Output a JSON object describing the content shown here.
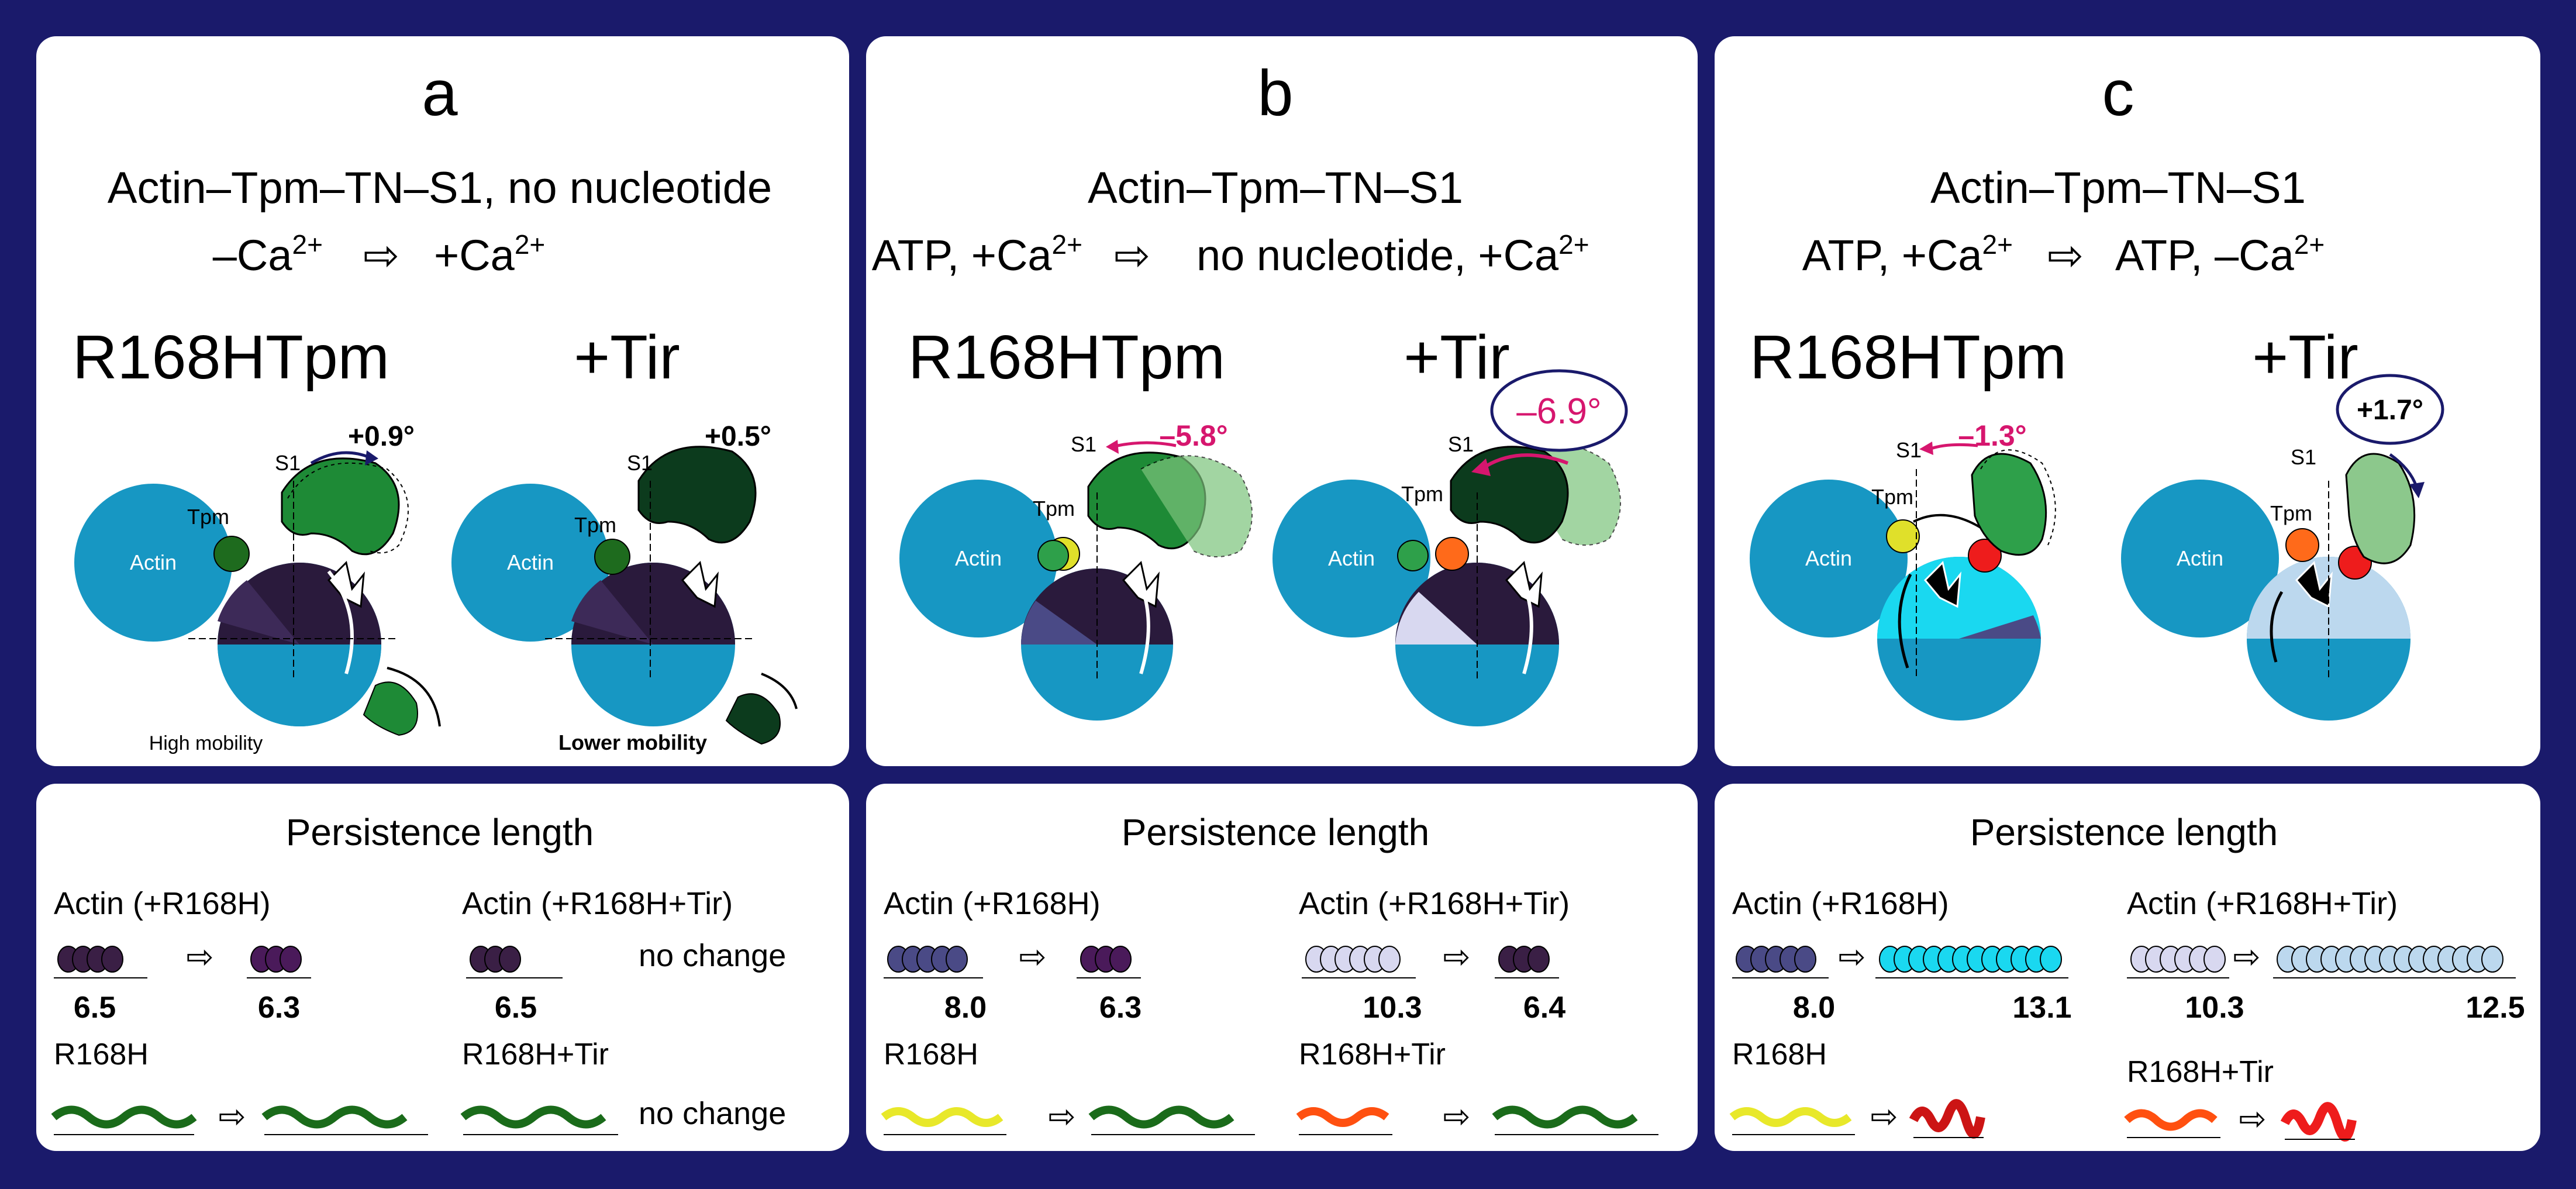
{
  "panels": [
    {
      "letter": "a",
      "title": "Actin–Tpm–TN–S1, no nucleotide",
      "transition": {
        "from": "–Ca",
        "from_sup": "2+",
        "arrow": "⇨",
        "to": "+Ca",
        "to_sup": "2+"
      },
      "left_label": "R168HTpm",
      "right_label": "+Tir",
      "left_angle": "+0.9°",
      "right_angle": "+0.5°",
      "left_mobility": "High mobility",
      "right_mobility": "Lower mobility",
      "persistence": {
        "title": "Persistence length",
        "actin_left_label": "Actin (+R168H)",
        "actin_right_label": "Actin (+R168H+Tir)",
        "actin_values": [
          "6.5",
          "6.3",
          "6.5"
        ],
        "actin_right_note": "no change",
        "tpm_left_label": "R168H",
        "tpm_right_label": "R168H+Tir",
        "tpm_right_note": "no change"
      }
    },
    {
      "letter": "b",
      "title": "Actin–Tpm–TN–S1",
      "transition": {
        "from": "ATP, +Ca",
        "from_sup": "2+",
        "arrow": "⇨",
        "to": "no nucleotide, +Ca",
        "to_sup": "2+"
      },
      "left_label": "R168HTpm",
      "right_label": "+Tir",
      "left_angle": "–5.8°",
      "right_angle": "–6.9°",
      "persistence": {
        "title": "Persistence length",
        "actin_left_label": "Actin (+R168H)",
        "actin_right_label": "Actin (+R168H+Tir)",
        "actin_values": [
          "8.0",
          "6.3",
          "10.3",
          "6.4"
        ],
        "tpm_left_label": "R168H",
        "tpm_right_label": "R168H+Tir"
      }
    },
    {
      "letter": "c",
      "title": "Actin–Tpm–TN–S1",
      "transition": {
        "from": "ATP, +Ca",
        "from_sup": "2+",
        "arrow": "⇨",
        "to": "ATP, –Ca",
        "to_sup": "2+"
      },
      "left_label": "R168HTpm",
      "right_label": "+Tir",
      "left_angle": "–1.3°",
      "right_angle": "+1.7°",
      "persistence": {
        "title": "Persistence length",
        "actin_left_label": "Actin (+R168H)",
        "actin_right_label": "Actin (+R168H+Tir)",
        "actin_values": [
          "8.0",
          "13.1",
          "10.3",
          "12.5"
        ],
        "tpm_left_label": "R168H",
        "tpm_right_label": "R168H+Tir"
      }
    }
  ],
  "diagram_labels": {
    "actin": "Actin",
    "s1": "S1",
    "tpm": "Tpm"
  },
  "colors": {
    "background": "#1a1a6b",
    "actin_blue": "#1797c3",
    "s1_green": "#1e8a36",
    "s1_dark_green": "#0c3b1d",
    "magenta": "#d6166e",
    "navy": "#1a1a6b"
  }
}
